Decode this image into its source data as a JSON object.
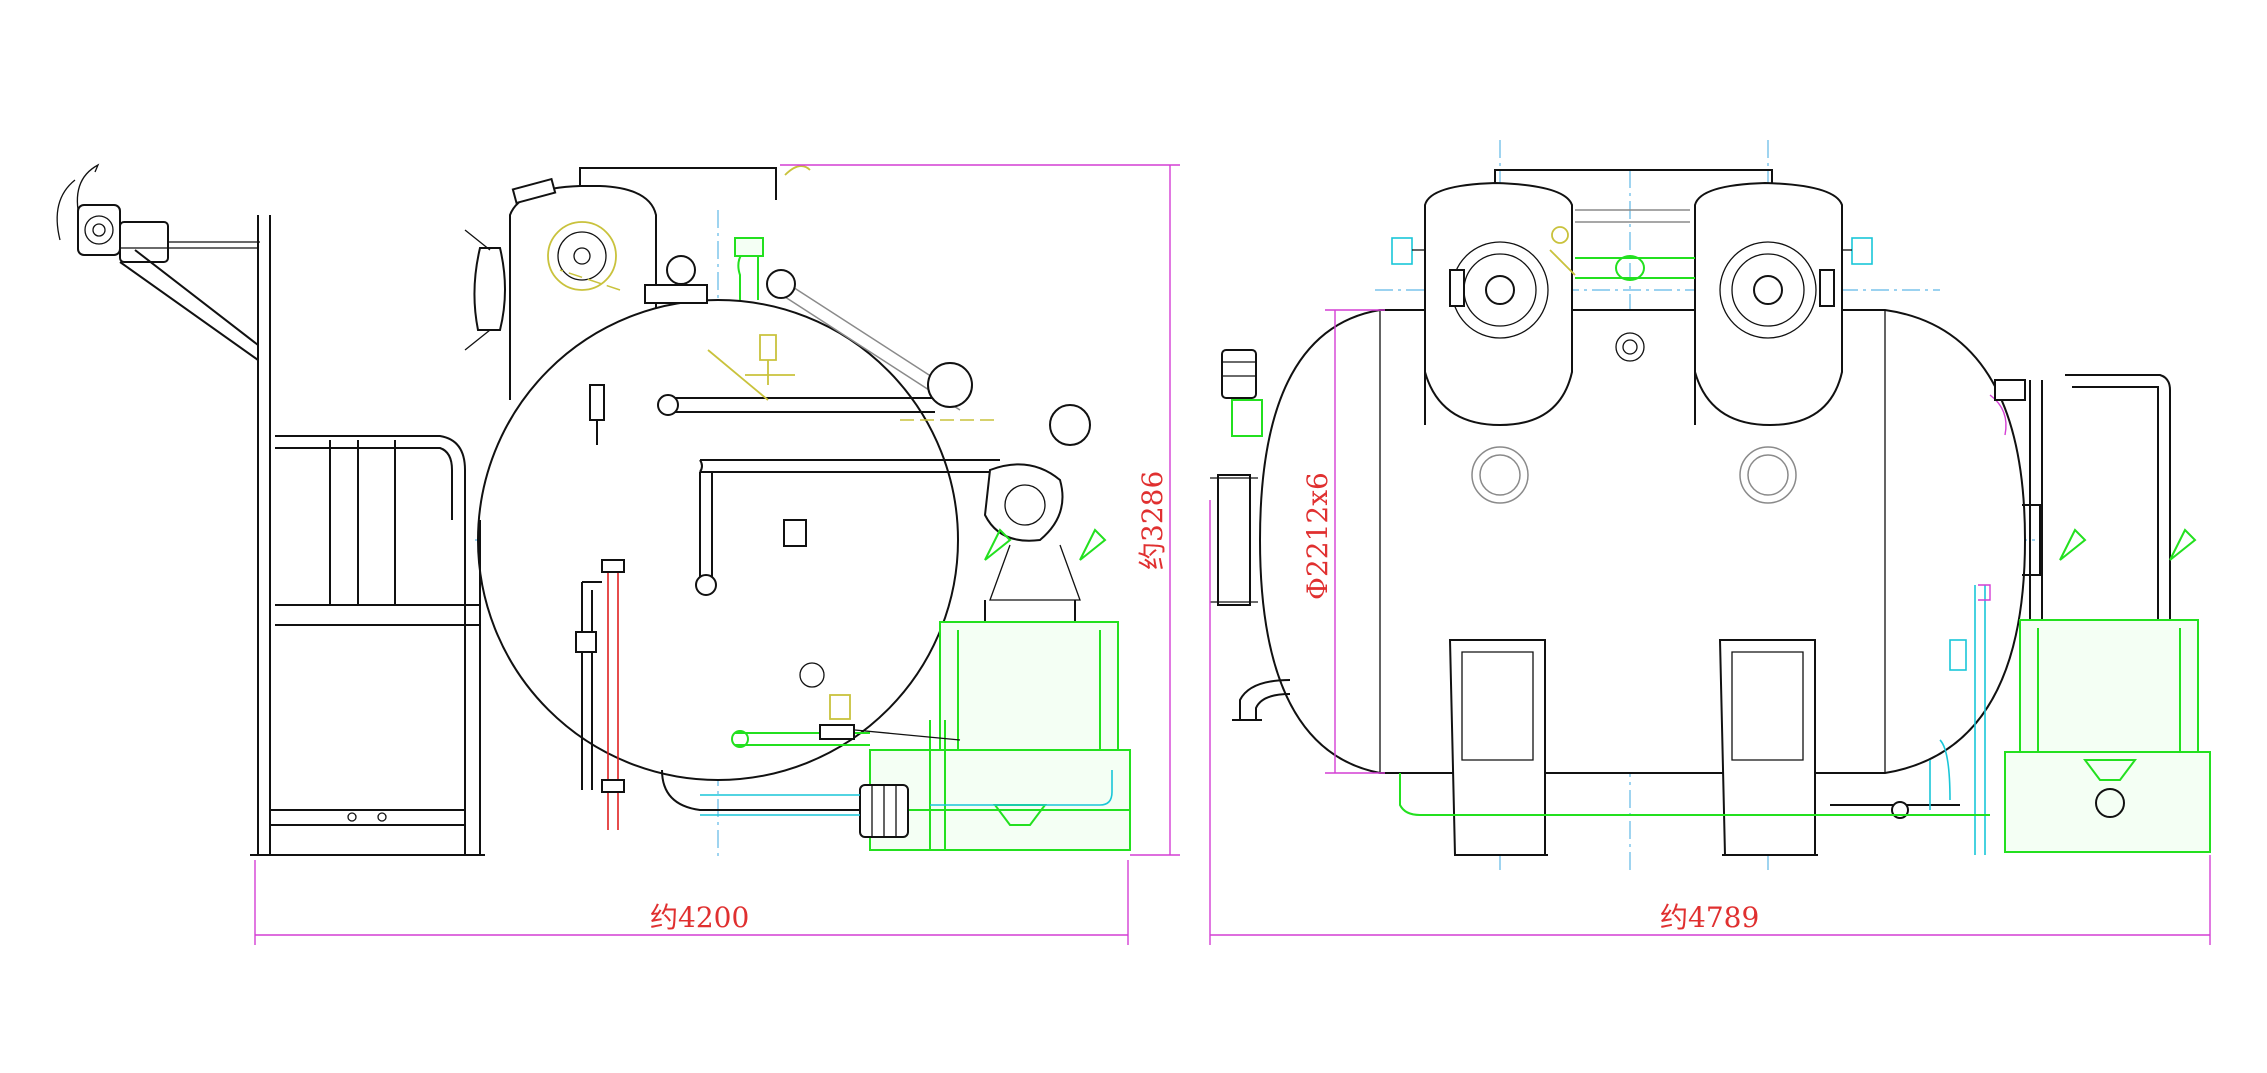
{
  "dimensions": {
    "left_view_width": "约4200",
    "left_view_height": "约3286",
    "right_view_width": "约4789",
    "right_view_diameter": "Φ2212x6"
  },
  "colors": {
    "outline": "#111111",
    "centerline": "#5fb8e6",
    "piping_green": "#23e01f",
    "piping_cyan": "#19c6d8",
    "valve_yellow": "#c9c23c",
    "dimension_line": "#d43fd4",
    "dimension_text": "#e03030"
  }
}
